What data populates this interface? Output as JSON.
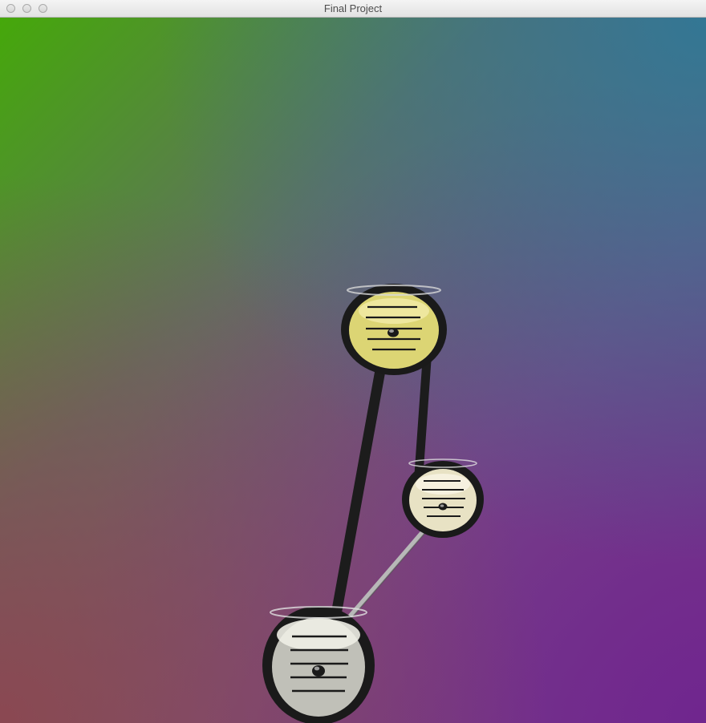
{
  "window": {
    "title": "Final Project"
  },
  "scene": {
    "background_colors": {
      "top_left": "#45a80a",
      "top_right": "#337a8e",
      "bottom_left": "#8c4a5a",
      "bottom_right": "#70268e"
    },
    "nodes": [
      {
        "id": "top",
        "fill": "#e0d97a"
      },
      {
        "id": "middle",
        "fill": "#e8e2c4"
      },
      {
        "id": "bottom",
        "fill": "#c0c0b8"
      }
    ],
    "edges": [
      {
        "from": "top",
        "to": "bottom",
        "color": "#1c1c1c"
      },
      {
        "from": "top",
        "to": "middle",
        "color": "#1c1c1c"
      },
      {
        "from": "middle",
        "to": "bottom",
        "color": "#b8b8b8"
      }
    ]
  }
}
